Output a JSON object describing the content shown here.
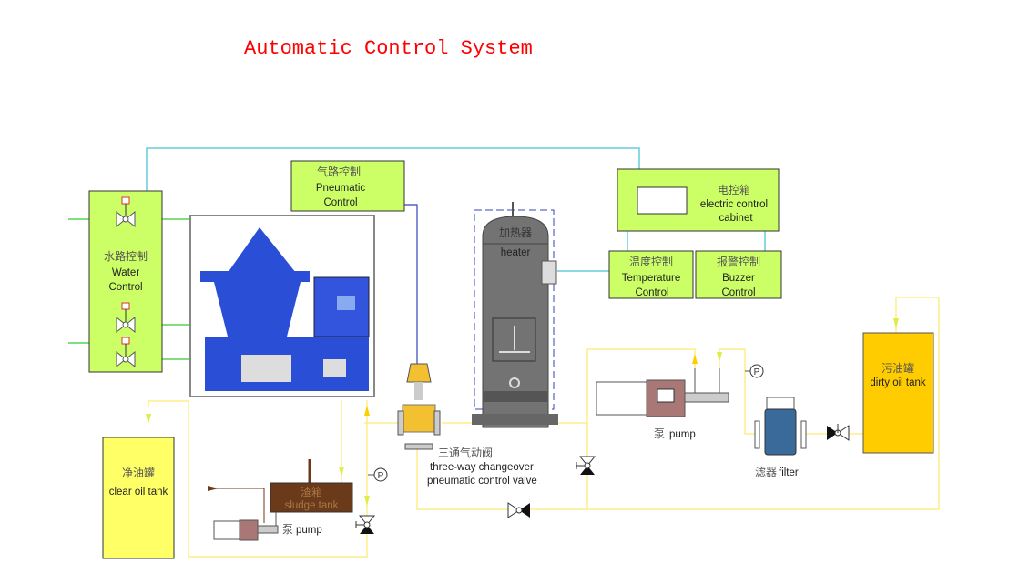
{
  "title": "Automatic Control System",
  "colors": {
    "title": "#ff0000",
    "control_box": "#ccff66",
    "water_line": "#33cc33",
    "signal_line": "#66ccdd",
    "oil_line": "#ffee88",
    "dirty_oil_tank": "#ffcc00",
    "clear_oil_tank": "#ffff66",
    "sludge_tank": "#6b3a1a",
    "heater": "#707070",
    "separator": "#2244cc"
  },
  "water_control": {
    "zh": "水路控制",
    "en1": "Water",
    "en2": "Control"
  },
  "pneumatic_control": {
    "zh": "气路控制",
    "en1": "Pneumatic",
    "en2": "Control"
  },
  "electric_cabinet": {
    "zh": "电控箱",
    "en1": "electric control",
    "en2": "cabinet"
  },
  "temperature_control": {
    "zh": "温度控制",
    "en1": "Temperature",
    "en2": "Control"
  },
  "buzzer_control": {
    "zh": "报警控制",
    "en1": "Buzzer",
    "en2": "Control"
  },
  "heater": {
    "zh": "加热器",
    "en": "heater"
  },
  "three_way_valve": {
    "zh": "三通气动阀",
    "en1": "three-way changeover",
    "en2": "pneumatic control valve"
  },
  "feed_pump": {
    "zh": "泵",
    "en": "pump"
  },
  "filter": {
    "zh": "滤器",
    "en": "filter"
  },
  "dirty_oil_tank": {
    "zh": "污油罐",
    "en": "dirty oil tank"
  },
  "clear_oil_tank": {
    "zh": "净油罐",
    "en": "clear oil tank"
  },
  "sludge_tank": {
    "zh": "渣箱",
    "en": "sludge tank"
  },
  "sludge_pump": {
    "zh": "泵",
    "en": "pump"
  },
  "pressure_gauge": "P"
}
